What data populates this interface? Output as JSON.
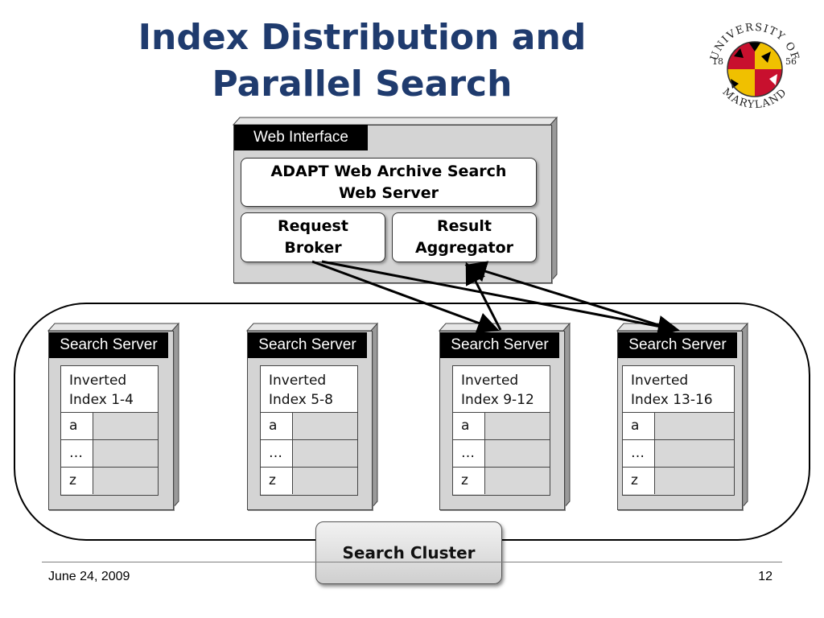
{
  "slide": {
    "title_line1": "Index Distribution and",
    "title_line2": "Parallel Search"
  },
  "logo": {
    "top_text": "UNIVERSITY OF",
    "bottom_text": "MARYLAND",
    "year_left": "18",
    "year_right": "56",
    "colors": {
      "red": "#c8102e",
      "gold": "#f0c000",
      "black": "#000000",
      "white": "#ffffff"
    }
  },
  "web_interface": {
    "header": "Web Interface",
    "web_server_line1": "ADAPT Web Archive Search",
    "web_server_line2": "Web Server",
    "broker_line1": "Request",
    "broker_line2": "Broker",
    "aggregator_line1": "Result",
    "aggregator_line2": "Aggregator"
  },
  "search_servers": [
    {
      "header": "Search Server",
      "index_line1": "Inverted",
      "index_line2": "Index 1-4",
      "rows": [
        "a",
        "…",
        "z"
      ]
    },
    {
      "header": "Search Server",
      "index_line1": "Inverted",
      "index_line2": "Index 5-8",
      "rows": [
        "a",
        "…",
        "z"
      ]
    },
    {
      "header": "Search Server",
      "index_line1": "Inverted",
      "index_line2": "Index 9-12",
      "rows": [
        "a",
        "…",
        "z"
      ]
    },
    {
      "header": "Search Server",
      "index_line1": "Inverted",
      "index_line2": "Index 13-16",
      "rows": [
        "a",
        "…",
        "z"
      ]
    }
  ],
  "cluster_label": "Search Cluster",
  "footer": {
    "date": "June 24, 2009",
    "page_number": "12"
  },
  "colors": {
    "title": "#1f3b6e",
    "box_fill": "#d4d4d4",
    "header_fill": "#000000"
  }
}
